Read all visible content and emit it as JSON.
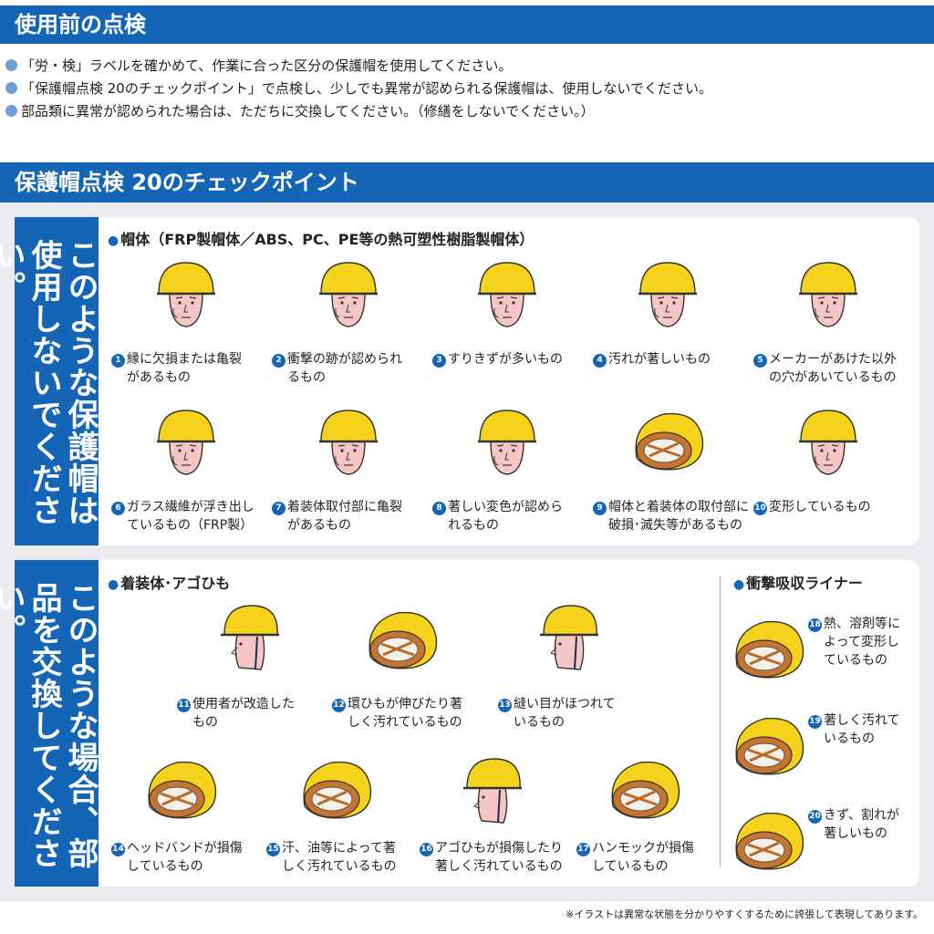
{
  "header1": "使用前の点検",
  "intro": [
    "「労・検」ラベルを確かめて、作業に合った区分の保護帽を使用してください。",
    "「保護帽点検 20のチェックポイント」で点検し、少しでも異常が認められる保護帽は、使用しないでください。",
    "部品類に異常が認められた場合は、ただちに交換してください。（修繕をしないでください。）"
  ],
  "header2": "保護帽点検 20のチェックポイント",
  "panel1": {
    "side_label": "このような保護帽は使用しないでください。",
    "section_title": "帽体（FRP製帽体／ABS、PC、PE等の熱可塑性樹脂製帽体）",
    "items": [
      {
        "num": "1",
        "l1": "縁に欠損または亀裂",
        "l2": "があるもの"
      },
      {
        "num": "2",
        "l1": "衝撃の跡が認められ",
        "l2": "るもの"
      },
      {
        "num": "3",
        "l1": "すりきずが多いもの",
        "l2": ""
      },
      {
        "num": "4",
        "l1": "汚れが著しいもの",
        "l2": ""
      },
      {
        "num": "5",
        "l1": "メーカーがあけた以外",
        "l2": "の穴があいているもの"
      },
      {
        "num": "6",
        "l1": "ガラス繊維が浮き出し",
        "l2": "ているもの（FRP製）"
      },
      {
        "num": "7",
        "l1": "着装体取付部に亀裂",
        "l2": "があるもの"
      },
      {
        "num": "8",
        "l1": "著しい変色が認めら",
        "l2": "れるもの"
      },
      {
        "num": "9",
        "l1": "帽体と着装体の取付部に",
        "l2": "破損･滅失等があるもの"
      },
      {
        "num": "10",
        "l1": "変形しているもの",
        "l2": ""
      }
    ]
  },
  "panel2": {
    "side_label": "このような場合、部品を交換してください。",
    "section_title": "着装体･アゴひも",
    "section_title2": "衝撃吸収ライナー",
    "items": [
      {
        "num": "11",
        "l1": "使用者が改造した",
        "l2": "もの"
      },
      {
        "num": "12",
        "l1": "環ひもが伸びたり著",
        "l2": "しく汚れているもの"
      },
      {
        "num": "13",
        "l1": "縫い目がほつれて",
        "l2": "いるもの"
      },
      {
        "num": "14",
        "l1": "ヘッドバンドが損傷",
        "l2": "しているもの"
      },
      {
        "num": "15",
        "l1": "汗、油等によって著",
        "l2": "しく汚れているもの"
      },
      {
        "num": "16",
        "l1": "アゴひもが損傷したり",
        "l2": "著しく汚れているもの"
      },
      {
        "num": "17",
        "l1": "ハンモックが損傷",
        "l2": "しているもの"
      }
    ],
    "liner_items": [
      {
        "num": "18",
        "l1": "熱、溶剤等に",
        "l2": "よって変形し",
        "l3": "ているもの"
      },
      {
        "num": "19",
        "l1": "著しく汚れて",
        "l2": "いるもの",
        "l3": ""
      },
      {
        "num": "20",
        "l1": "きず、割れが",
        "l2": "著しいもの",
        "l3": ""
      }
    ]
  },
  "footnote": "※イラストは異常な状態を分かりやすくするために誇張して表現してあります。",
  "colors": {
    "brand_blue": "#1565b7",
    "helmet_yellow": "#f5d31c",
    "skin": "#f6c6c4",
    "panel_bg": "#e9ebee"
  }
}
